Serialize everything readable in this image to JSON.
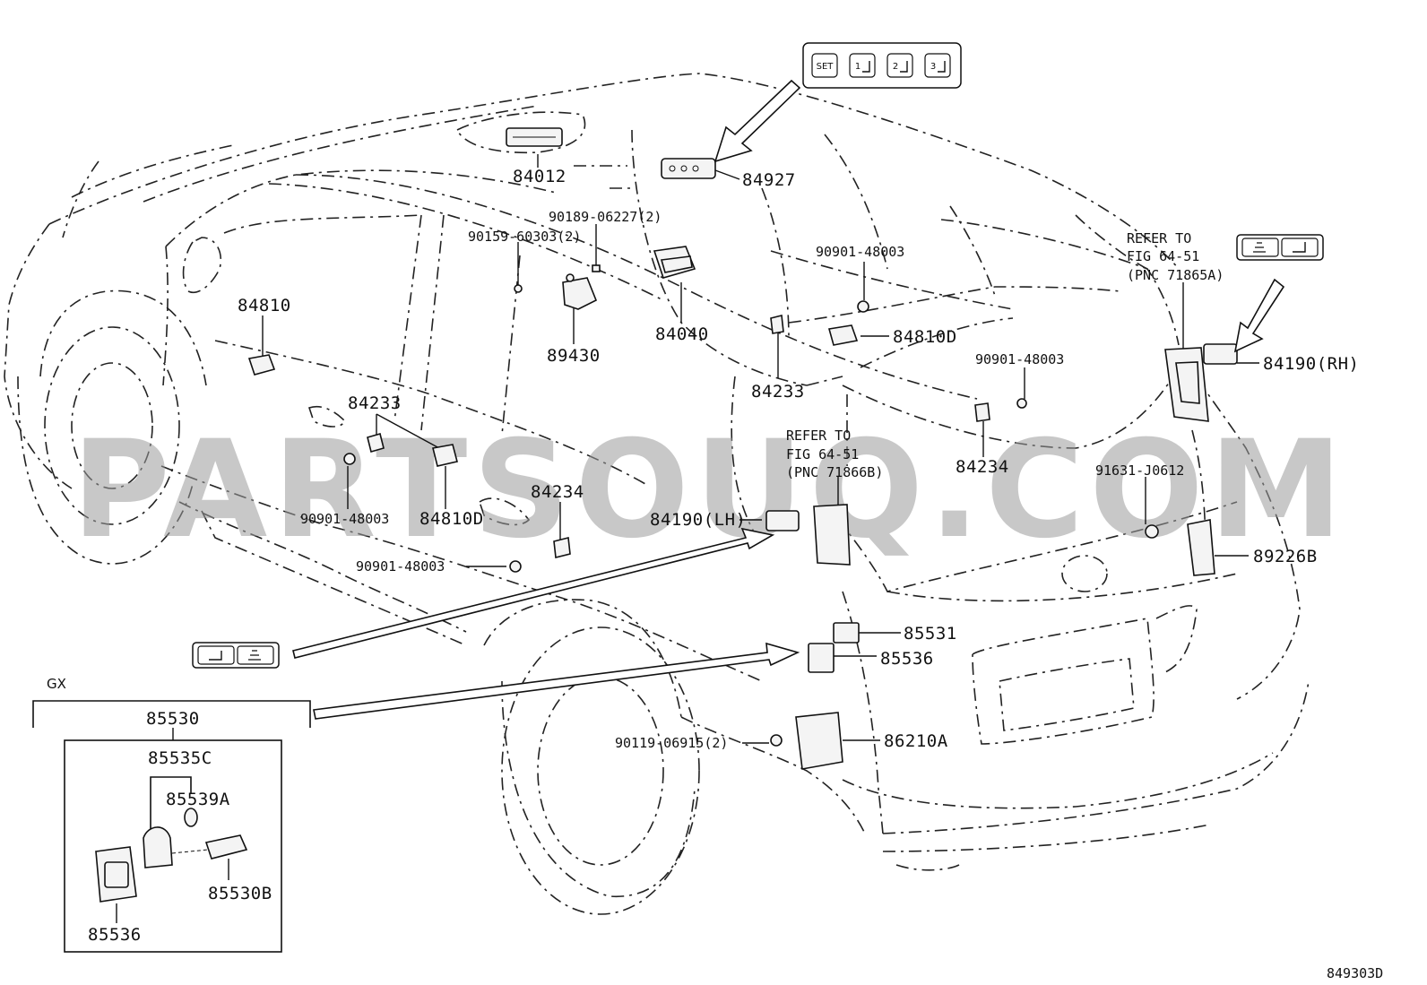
{
  "watermark": "PARTSOUQ.COM",
  "figure_id": "849303D",
  "switch_panel_top": [
    "SET",
    "1",
    "2",
    "3"
  ],
  "labels": {
    "p84012": "84012",
    "p84927": "84927",
    "p90189": "90189-06227(2)",
    "p90159": "90159-60303(2)",
    "p84810": "84810",
    "p84040": "84040",
    "p89430": "89430",
    "p90901_top": "90901-48003",
    "p84810D_top": "84810D",
    "p84233_right": "84233",
    "p84233_left": "84233",
    "p90901_right": "90901-48003",
    "p84234_right": "84234",
    "p84190RH": "84190(RH)",
    "p90901_left": "90901-48003",
    "p84810D_left": "84810D",
    "p84234_left": "84234",
    "p90901_lower": "90901-48003",
    "p84190LH": "84190(LH)",
    "p91631": "91631-J0612",
    "p89226B": "89226B",
    "p85531": "85531",
    "p85536_main": "85536",
    "p90119": "90119-06915(2)",
    "p86210A": "86210A"
  },
  "refer_right": [
    "REFER TO",
    "FIG 64-51",
    "(PNC 71865A)"
  ],
  "refer_center": [
    "REFER TO",
    "FIG 64-51",
    "(PNC 71866B)"
  ],
  "inset": {
    "title": "GX",
    "p85530": "85530",
    "p85535C": "85535C",
    "p85539A": "85539A",
    "p85530B": "85530B",
    "p85536": "85536"
  }
}
